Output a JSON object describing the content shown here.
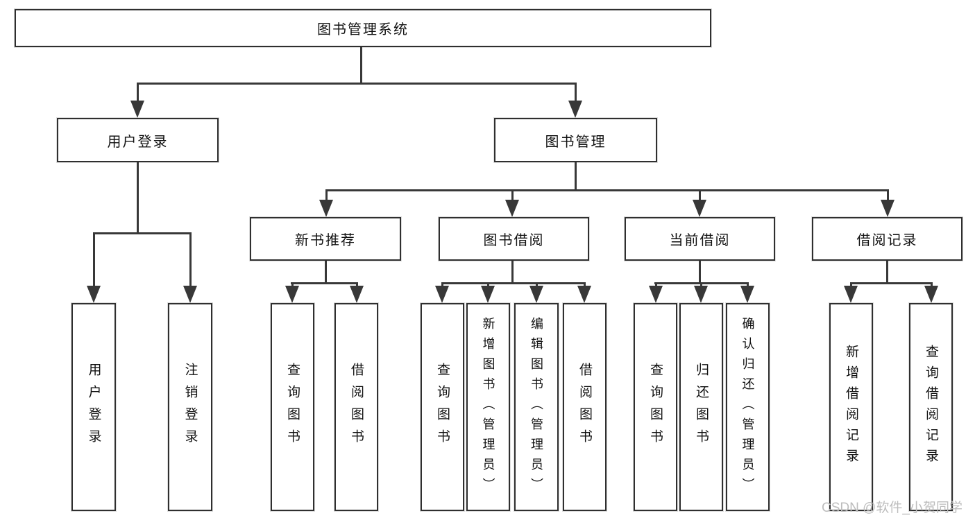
{
  "diagram": {
    "title": "图书管理系统",
    "root": {
      "label": "图书管理系统"
    },
    "level2": [
      {
        "id": "user-login",
        "label": "用户登录",
        "parent": "图书管理系统"
      },
      {
        "id": "book-management",
        "label": "图书管理",
        "parent": "图书管理系统"
      }
    ],
    "level3": [
      {
        "id": "new-book-recommend",
        "label": "新书推荐",
        "parent": "图书管理"
      },
      {
        "id": "book-borrow",
        "label": "图书借阅",
        "parent": "图书管理"
      },
      {
        "id": "current-borrow",
        "label": "当前借阅",
        "parent": "图书管理"
      },
      {
        "id": "borrow-records",
        "label": "借阅记录",
        "parent": "图书管理"
      }
    ],
    "leaves": [
      {
        "label": "用户登录",
        "parent": "用户登录"
      },
      {
        "label": "注销登录",
        "parent": "用户登录"
      },
      {
        "label": "查询图书",
        "parent": "新书推荐"
      },
      {
        "label": "借阅图书",
        "parent": "新书推荐"
      },
      {
        "label": "查询图书",
        "parent": "图书借阅"
      },
      {
        "label": "新增图书（管理员）",
        "parent": "图书借阅"
      },
      {
        "label": "编辑图书（管理员）",
        "parent": "图书借阅"
      },
      {
        "label": "借阅图书",
        "parent": "图书借阅"
      },
      {
        "label": "查询图书",
        "parent": "当前借阅"
      },
      {
        "label": "归还图书",
        "parent": "当前借阅"
      },
      {
        "label": "确认归还（管理员）",
        "parent": "当前借阅"
      },
      {
        "label": "新增借阅记录",
        "parent": "借阅记录"
      },
      {
        "label": "查询借阅记录",
        "parent": "借阅记录"
      }
    ]
  },
  "watermark": {
    "text": "CSDN @软件_小贺同学"
  },
  "colors": {
    "line": "#383838",
    "border": "#2f2f2f",
    "text": "#111111",
    "watermark": "#bdbdbd",
    "background": "#ffffff"
  }
}
